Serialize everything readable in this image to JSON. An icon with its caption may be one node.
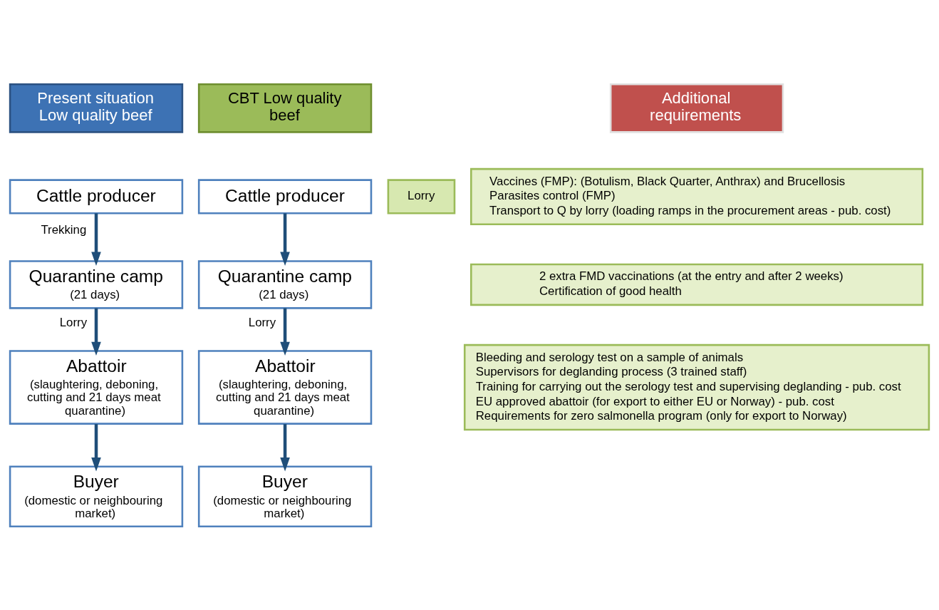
{
  "diagram": {
    "nodes": [
      {
        "text": [
          "Present situation Low quality beef"
        ]
      },
      {
        "text": [
          "CBT Low quality beef"
        ]
      },
      {
        "text": [
          "Additional requirements"
        ]
      },
      {
        "text": [
          "Cattle producer"
        ]
      },
      {
        "text": [
          "Quarantine camp",
          "(21 days)"
        ]
      },
      {
        "text": [
          "Abattoir",
          "(slaughtering, deboning, cutting and 21 days meat quarantine)"
        ]
      },
      {
        "text": [
          "Buyer",
          "(domestic or neighbouring market)"
        ]
      },
      {
        "text": [
          "Cattle producer"
        ]
      },
      {
        "text": [
          "Quarantine camp",
          "(21 days)"
        ]
      },
      {
        "text": [
          "Abattoir",
          "(slaughtering, deboning, cutting and 21 days meat quarantine)"
        ]
      },
      {
        "text": [
          "Buyer",
          "(domestic or neighbouring market)"
        ]
      },
      {
        "text": [
          "Lorry"
        ]
      },
      {
        "text": [
          "Vaccines (FMP): (Botulism, Black Quarter, Anthrax) and Brucellosis",
          "Parasites control (FMP)",
          "Transport to Q by lorry (loading ramps in the procurement areas - pub. cost)"
        ]
      },
      {
        "text": [
          "2 extra FMD vaccinations (at the entry and after 2 weeks)",
          "Certification of good health"
        ]
      },
      {
        "text": [
          "Bleeding and serology test on a sample of animals",
          "Supervisors for deglanding process (3 trained staff)",
          "Training for carrying out the serology test and supervising deglanding - pub. cost",
          "EU approved abattoir (for export to either EU or Norway) - pub. cost",
          "Requirements for zero salmonella program (only for export to Norway)"
        ]
      }
    ],
    "edges": [
      {
        "from": 3,
        "to": 4,
        "arrow": "to",
        "label": "Trekking"
      },
      {
        "from": 4,
        "to": 5,
        "arrow": "to",
        "label": "Lorry"
      },
      {
        "from": 5,
        "to": 6,
        "arrow": "to"
      },
      {
        "from": 7,
        "to": 8,
        "arrow": "to"
      },
      {
        "from": 8,
        "to": 9,
        "arrow": "to",
        "label": "Lorry"
      },
      {
        "from": 9,
        "to": 10,
        "arrow": "to"
      }
    ]
  }
}
